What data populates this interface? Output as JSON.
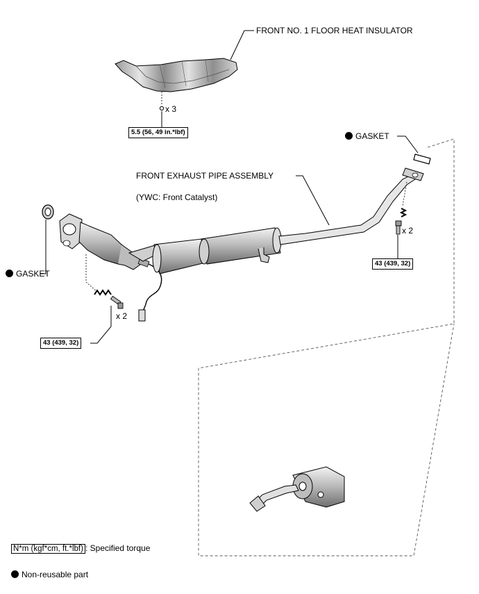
{
  "labels": {
    "heat_insulator": "FRONT NO. 1 FLOOR HEAT INSULATOR",
    "front_exhaust_pipe": "FRONT EXHAUST PIPE ASSEMBLY",
    "front_catalyst_note": "(YWC: Front Catalyst)",
    "gasket_rear": "GASKET",
    "gasket_front": "GASKET"
  },
  "quantities": {
    "insulator_bolts": "x 3",
    "front_bolts": "x 2",
    "rear_bolts": "x 2"
  },
  "torques": {
    "insulator": "5.5 (56, 49 in.*lbf)",
    "front_flange": "43 (439, 32)",
    "rear_flange": "43 (439, 32)"
  },
  "legend": {
    "torque_format": "N*m (kgf*cm, ft.*lbf)",
    "torque_desc": ": Specified torque",
    "non_reusable": "Non-reusable part"
  },
  "colors": {
    "line": "#000000",
    "part_fill": "#d9d9d9",
    "part_shade": "#9a9a9a"
  }
}
